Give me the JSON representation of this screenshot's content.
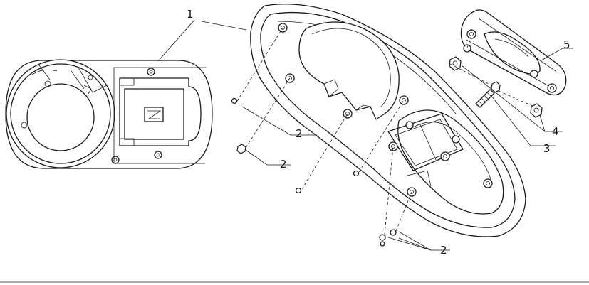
{
  "callouts": [
    {
      "id": "c1",
      "label": "1"
    },
    {
      "id": "c2a",
      "label": "2"
    },
    {
      "id": "c2b",
      "label": "2"
    },
    {
      "id": "c2c",
      "label": "2"
    },
    {
      "id": "c3",
      "label": "3"
    },
    {
      "id": "c4",
      "label": "4"
    },
    {
      "id": "c5",
      "label": "5"
    }
  ]
}
